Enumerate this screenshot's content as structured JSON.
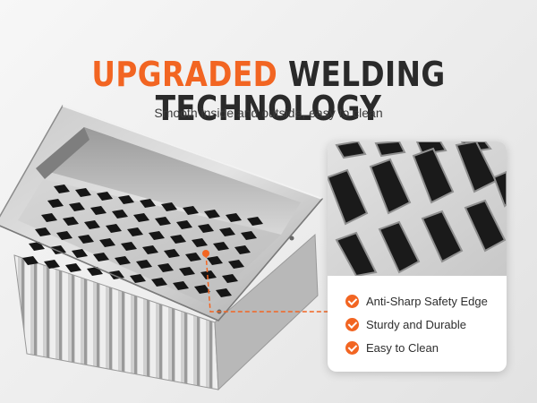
{
  "headline": {
    "highlight": "UPGRADED",
    "rest": "WELDING TECHNOLOGY"
  },
  "subtitle": "Smooth inside and outside, easy to clean",
  "features": [
    {
      "label": "Anti-Sharp Safety Edge",
      "icon": "check-circle-icon"
    },
    {
      "label": "Sturdy and Durable",
      "icon": "check-circle-icon"
    },
    {
      "label": "Easy to Clean",
      "icon": "check-circle-icon"
    }
  ],
  "colors": {
    "accent": "#f26522",
    "heading": "#2a2a2a",
    "metal_light": "#dcdcdc",
    "metal_dark": "#8a8a8a",
    "slot": "#161616"
  }
}
